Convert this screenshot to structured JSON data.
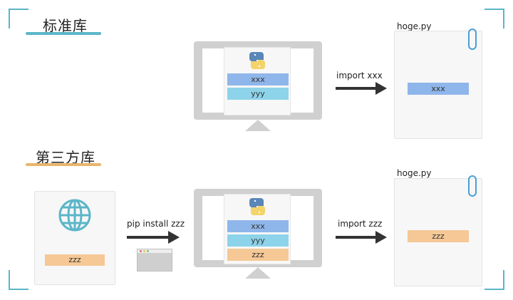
{
  "colors": {
    "accent_teal": "#5bb6c8",
    "accent_orange": "#e9b46d",
    "bar_blue": "#8fb6ea",
    "bar_cyan": "#8dd3ea",
    "bar_orange": "#f5c896",
    "monitor_gray": "#d0d0d0",
    "arrow": "#333333"
  },
  "standard": {
    "title": "标准库",
    "monitor_libs": [
      "xxx",
      "yyy"
    ],
    "arrow_label": "import xxx",
    "file": {
      "name": "hoge.py",
      "content": "xxx"
    }
  },
  "third_party": {
    "title": "第三方库",
    "package": {
      "icon": "globe-icon",
      "label": "zzz"
    },
    "install_label": "pip install zzz",
    "monitor_libs": [
      "xxx",
      "yyy",
      "zzz"
    ],
    "arrow_label": "import zzz",
    "file": {
      "name": "hoge.py",
      "content": "zzz"
    }
  },
  "icons": [
    "python-logo-icon",
    "globe-icon",
    "browser-window-icon",
    "paperclip-icon",
    "arrow-right-icon"
  ]
}
